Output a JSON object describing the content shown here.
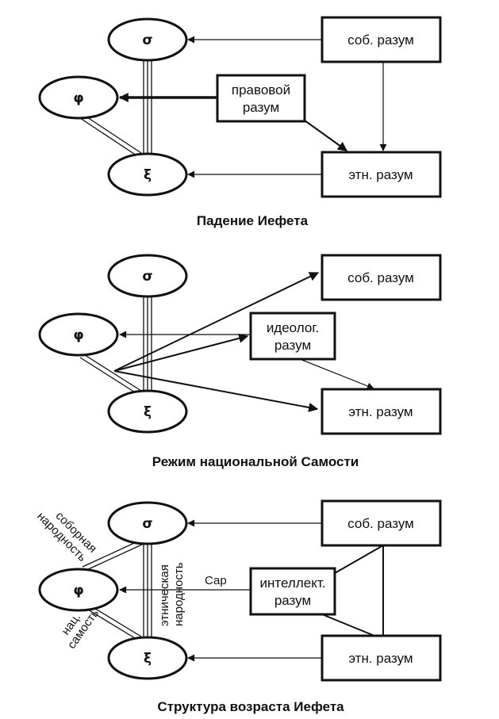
{
  "colors": {
    "ink": "#111111",
    "background": "#ffffff"
  },
  "panels": [
    {
      "nodes": {
        "sigma": "σ",
        "phi": "φ",
        "xi": "ξ"
      },
      "boxes": {
        "sob": "соб. разум",
        "pravovoy_1": "правовой",
        "pravovoy_2": "разум",
        "etn": "этн. разум"
      },
      "caption": "Падение Иефета"
    },
    {
      "nodes": {
        "sigma": "σ",
        "phi": "φ",
        "xi": "ξ"
      },
      "boxes": {
        "sob": "соб. разум",
        "ideolog_1": "идеолог.",
        "ideolog_2": "разум",
        "etn": "этн. разум"
      },
      "caption": "Режим национальной Самости"
    },
    {
      "nodes": {
        "sigma": "σ",
        "phi": "φ",
        "xi": "ξ"
      },
      "boxes": {
        "sob": "соб. разум",
        "intellekt_1": "интеллект.",
        "intellekt_2": "разум",
        "etn": "этн. разум"
      },
      "side_labels": {
        "sobornaya_1": "соборная",
        "sobornaya_2": "народность",
        "nats_1": "нац.",
        "nats_2": "самость",
        "etnich_1": "этническая",
        "etnich_2": "народность",
        "sar": "Сар"
      },
      "caption": "Структура возраста Иефета"
    }
  ]
}
